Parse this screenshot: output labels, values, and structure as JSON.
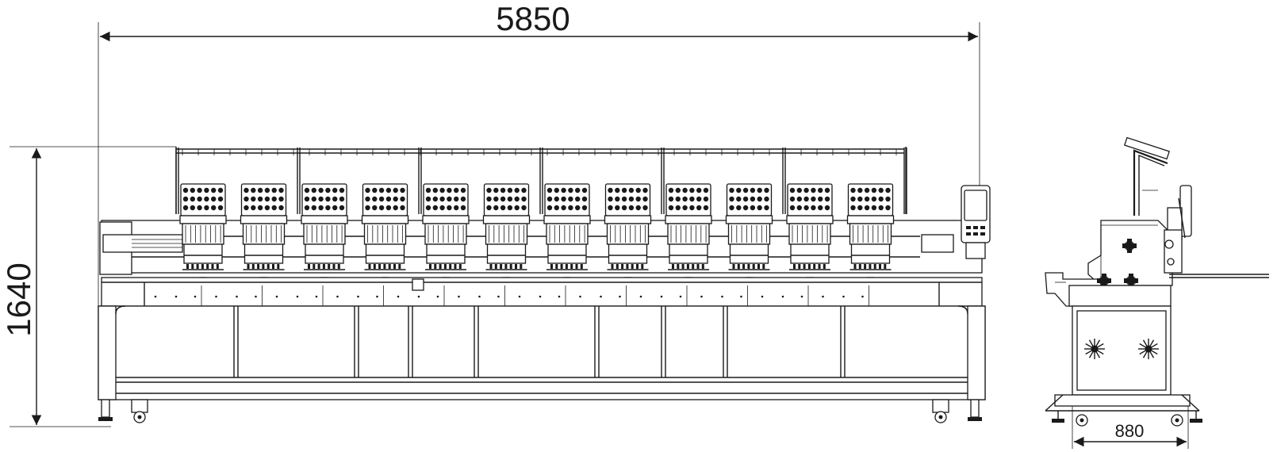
{
  "drawing": {
    "front_view": {
      "heads": 12,
      "width_label": "5850",
      "height_label": "1640"
    },
    "side_view": {
      "depth_label": "880"
    },
    "line_color": "#1a1a1a",
    "background": "#ffffff"
  }
}
